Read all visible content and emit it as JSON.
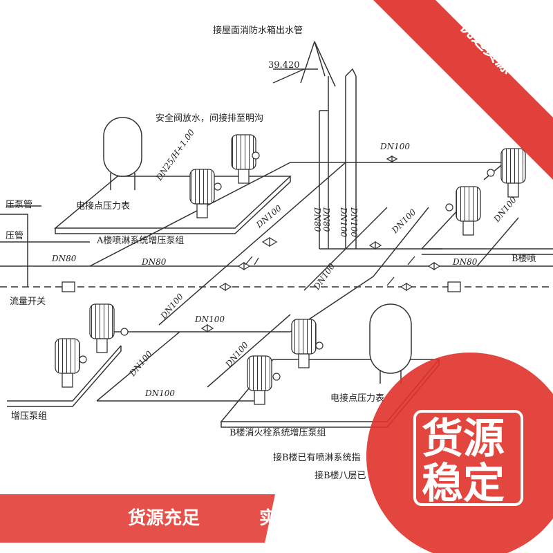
{
  "labels": {
    "roof_tank_outlet": "接屋面消防水箱出水管",
    "elevation": "39.420",
    "relief_valve_note": "安全阀放水，间接排至明沟",
    "dn25": "DN25/H+1.00",
    "pressure_gauge_a": "电接点压力表",
    "pressure_gauge_b": "电接点压力表",
    "pump_pipe_1": "压泵管",
    "pump_pipe_2": "压管",
    "sprinkler_group_a": "A楼喷淋系统增压泵组",
    "hydrant_group_b": "B楼消火栓系统增压泵组",
    "flow_switch": "流量开关",
    "booster_group_left": "增压泵组",
    "b_building_right": "B楼喷",
    "connect_b_sprinkler": "接B楼已有喷淋系统指",
    "connect_b_eighth": "接B楼八层已"
  },
  "pipe_labels": [
    "DN100",
    "DN100",
    "DN100",
    "DN100",
    "DN100",
    "DN100",
    "DN100",
    "DN100",
    "DN100",
    "DN100",
    "DN80",
    "DN80",
    "DN80",
    "DN80",
    "DN80",
    "DN100",
    "DN100"
  ],
  "promo": {
    "corner_ribbon": "优选货源",
    "badge_line1": "货源",
    "badge_line2": "稳定",
    "bottom_left": "货源充足",
    "bottom_right": "实力公司"
  },
  "colors": {
    "accent_red": "#e0312a",
    "line": "#333333"
  }
}
